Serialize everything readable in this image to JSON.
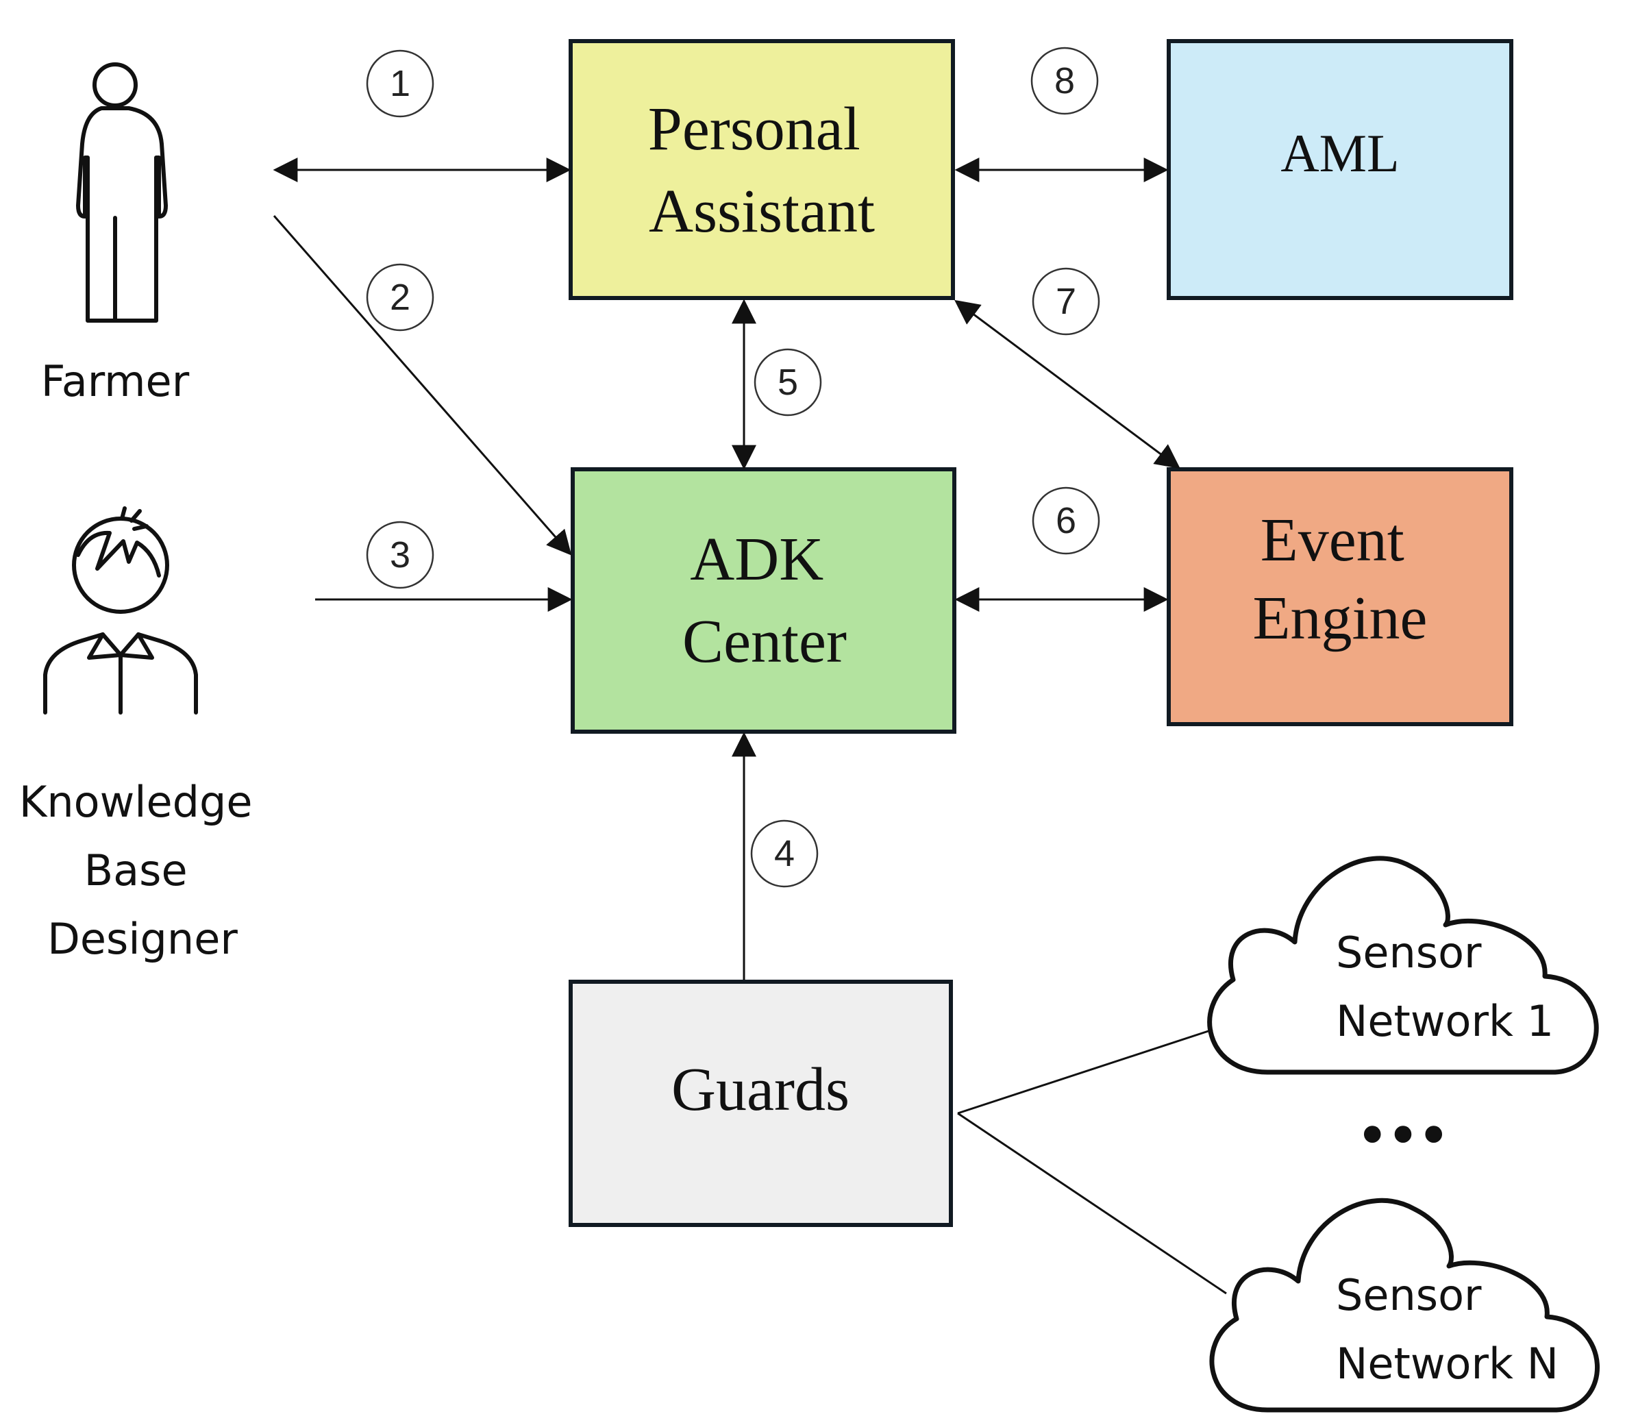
{
  "actors": {
    "farmer": {
      "label": "Farmer"
    },
    "designer": {
      "lines": [
        "Knowledge",
        "Base",
        "Designer"
      ]
    }
  },
  "boxes": {
    "personal_assistant": {
      "lines": [
        "Personal",
        "Assistant"
      ],
      "color": "#eef09c"
    },
    "aml": {
      "lines": [
        "AML"
      ],
      "color": "#cdebf8"
    },
    "adk_center": {
      "lines": [
        "ADK",
        "Center"
      ],
      "color": "#b3e39f"
    },
    "event_engine": {
      "lines": [
        "Event",
        "Engine"
      ],
      "color": "#f0a984"
    },
    "guards": {
      "lines": [
        "Guards"
      ],
      "color": "#efefef"
    }
  },
  "clouds": {
    "network_1": {
      "lines": [
        "Sensor",
        "Network 1"
      ]
    },
    "network_n": {
      "lines": [
        "Sensor",
        "Network N"
      ]
    },
    "ellipsis": "•••"
  },
  "steps": [
    "1",
    "2",
    "3",
    "4",
    "5",
    "6",
    "7",
    "8"
  ]
}
